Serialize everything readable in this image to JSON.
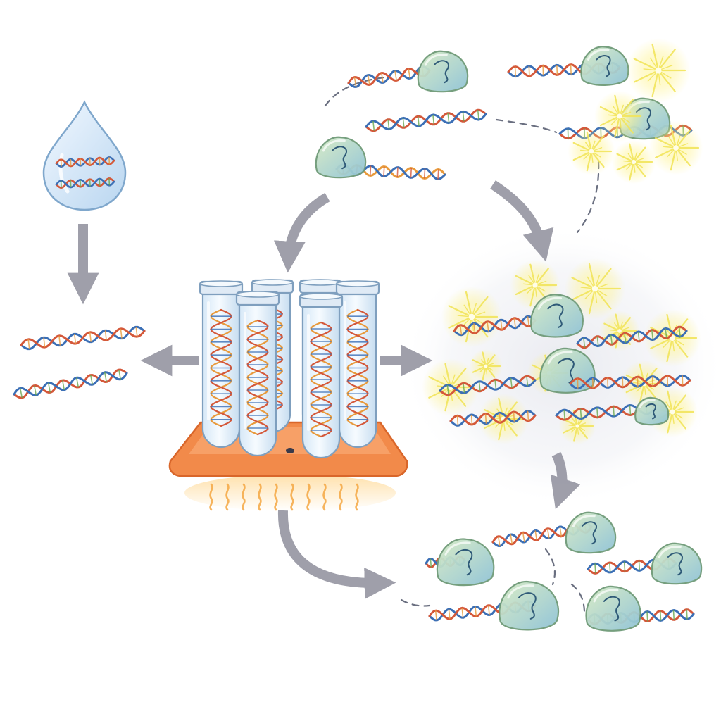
{
  "diagram": {
    "title": "",
    "labels": [],
    "nodes": [
      {
        "id": "sample-droplet",
        "icon": "water-droplet-icon"
      },
      {
        "id": "thermal-cycler",
        "icon": "test-tube-rack-icon"
      },
      {
        "id": "denatured-strands",
        "icon": "dna-strands-icon"
      },
      {
        "id": "enzyme-binding",
        "icon": "polymerase-enzyme-icon"
      },
      {
        "id": "amplification-burst",
        "icon": "sparkle-burst-icon"
      },
      {
        "id": "amplified-products",
        "icon": "dna-enzyme-complex-icon"
      }
    ],
    "tube_count": 6,
    "colors": {
      "dna_blue": "#3b6fb6",
      "dna_red": "#d4583a",
      "dna_orange": "#e89a3c",
      "dna_green": "#6aa84f",
      "enzyme_fill": "#b9d9a6",
      "enzyme_edge": "#6f9a78",
      "arrow_gray": "#9a9aa6",
      "heater_orange": "#f28a4a",
      "glow_yellow": "#fff38a",
      "tube_fill": "#e9f3fb",
      "tube_edge": "#7f9fbe"
    }
  }
}
